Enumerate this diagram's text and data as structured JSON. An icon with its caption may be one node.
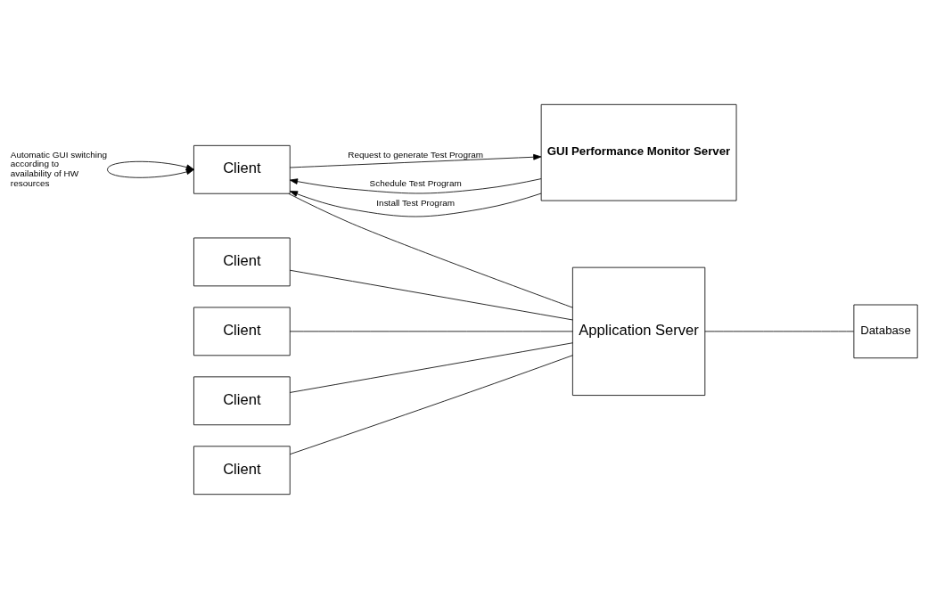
{
  "diagram": {
    "nodes": [
      {
        "text": [
          "GUI Performance Monitor Server"
        ]
      },
      {
        "text": [
          "Client"
        ]
      },
      {
        "text": [
          "Client"
        ]
      },
      {
        "text": [
          "Client"
        ]
      },
      {
        "text": [
          "Client"
        ]
      },
      {
        "text": [
          "Client"
        ]
      },
      {
        "text": [
          "Application Server"
        ]
      },
      {
        "text": [
          "Database"
        ]
      }
    ],
    "edges": [
      {
        "from": 0,
        "to": 1,
        "arrow": "to",
        "label": "Schedule Test Program"
      },
      {
        "from": 0,
        "to": 1,
        "arrow": "to",
        "label": "Install Test Program"
      },
      {
        "from": 1,
        "to": 0,
        "arrow": "to",
        "label": "Request to generate Test Program"
      },
      {
        "from": 1,
        "to": 1,
        "arrow": "both",
        "label": "Automatic GUI switching according to availability of HW resources"
      },
      {
        "from": 1,
        "to": 6,
        "arrow": "none"
      },
      {
        "from": 2,
        "to": 6,
        "arrow": "none"
      },
      {
        "from": 3,
        "to": 6,
        "arrow": "none"
      },
      {
        "from": 4,
        "to": 6,
        "arrow": "none"
      },
      {
        "from": 5,
        "to": 6,
        "arrow": "none"
      },
      {
        "from": 6,
        "to": 7,
        "arrow": "none"
      }
    ]
  }
}
